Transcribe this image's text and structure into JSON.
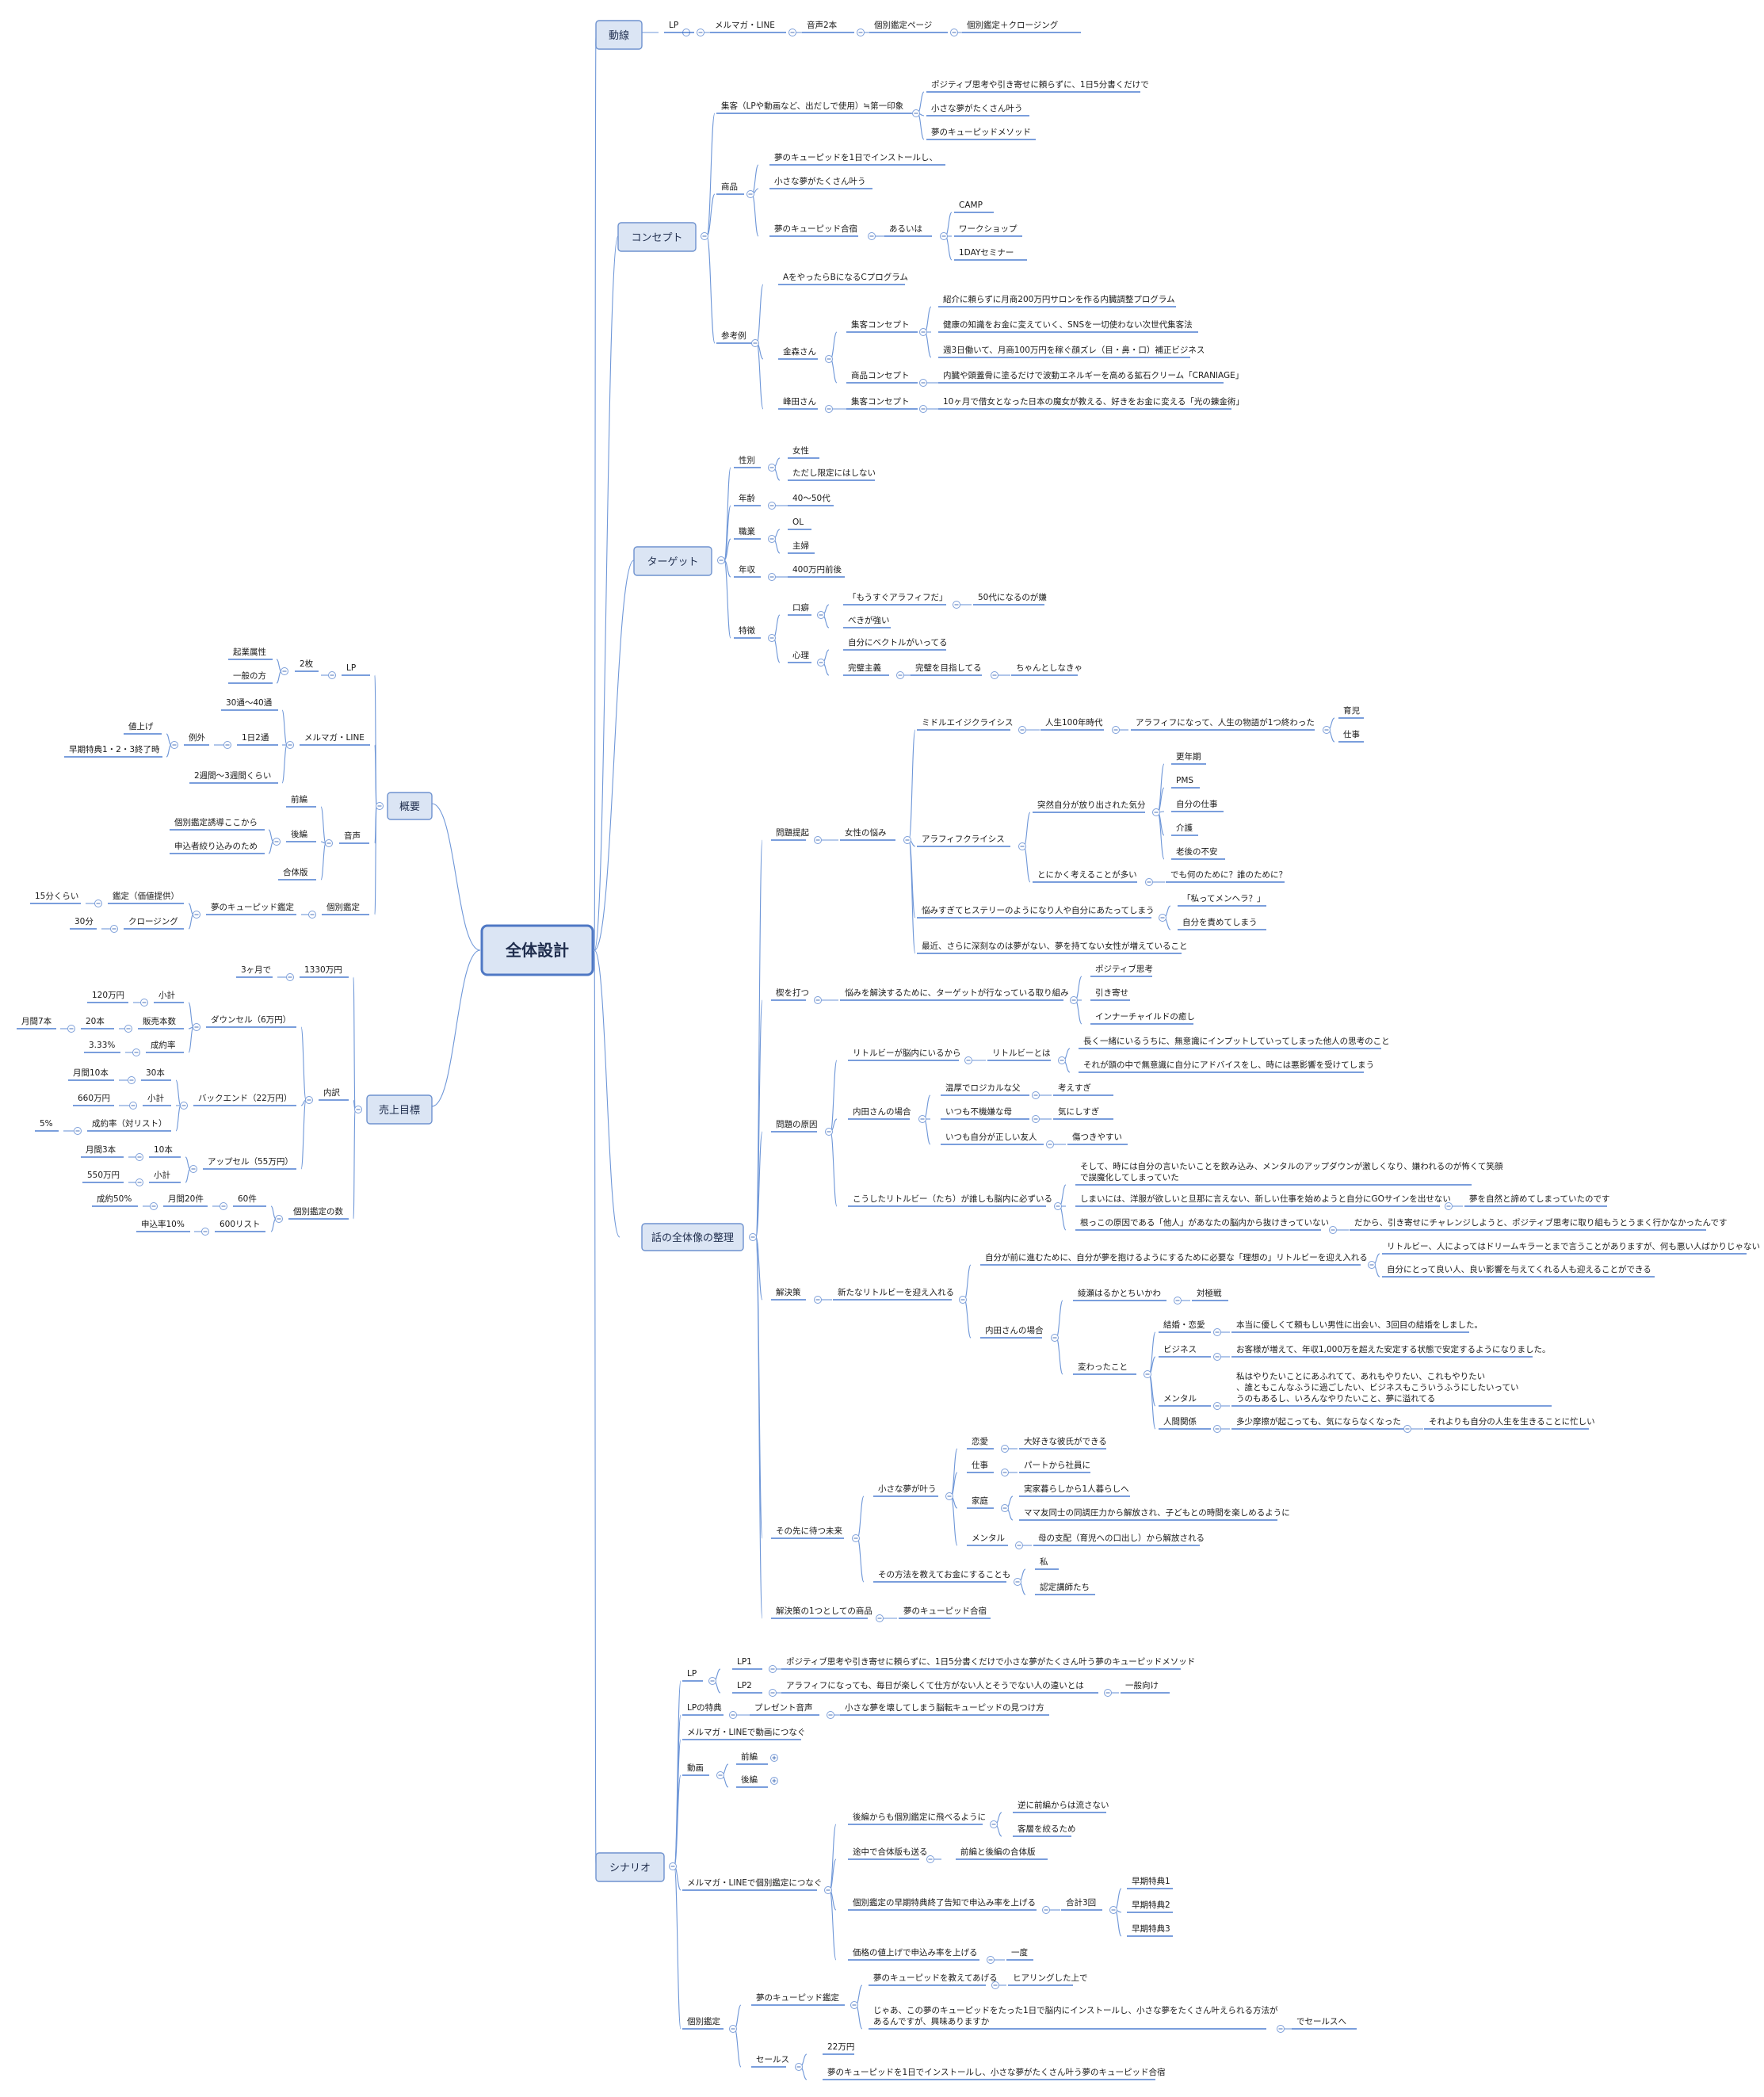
{
  "root": {
    "label": "全体設計"
  },
  "colors": {
    "accent": "#2b63c6",
    "topic_fill": "#dbe5f4",
    "connector": "#6f97d8"
  },
  "topics": {
    "dousen": {
      "label": "動線",
      "items": [
        "LP",
        "メルマガ・LINE",
        "音声2本",
        "個別鑑定ページ",
        "個別鑑定＋クロージング"
      ]
    },
    "concept": {
      "label": "コンセプト",
      "shukyaku": {
        "label": "集客（LPや動画など、出だしで使用）≒第一印象",
        "items": [
          "ポジティブ思考や引き寄せに頼らずに、1日5分書くだけで",
          "小さな夢がたくさん叶う",
          "夢のキューピッドメソッド"
        ]
      },
      "shohin": {
        "label": "商品",
        "items": [
          "夢のキューピッドを1日でインストールし、",
          "小さな夢がたくさん叶う",
          "夢のキューピッド合宿"
        ],
        "aruiha": "あるいは",
        "options": [
          "CAMP",
          "ワークショップ",
          "1DAYセミナー"
        ]
      },
      "sankou": {
        "label": "参考例",
        "formula": "AをやったらBになるCプログラム",
        "kanamori": {
          "label": "金森さん",
          "shukyaku_label": "集客コンセプト",
          "shukyaku": [
            "紹介に頼らずに月商200万円サロンを作る内臓調整プログラム",
            "健康の知識をお金に変えていく、SNSを一切使わない次世代集客法",
            "週3日働いて、月商100万円を稼ぐ顔ズレ（目・鼻・口）補正ビジネス"
          ],
          "shohin_label": "商品コンセプト",
          "shohin": "内臓や頭蓋骨に塗るだけで波動エネルギーを高める鉱石クリーム「CRANIAGE」"
        },
        "mineta": {
          "label": "峰田さん",
          "shukyaku_label": "集客コンセプト",
          "shukyaku": "10ヶ月で借女となった日本の魔女が教える、好きをお金に変える「光の錬金術」"
        }
      }
    },
    "target": {
      "label": "ターゲット",
      "seibetsu": {
        "label": "性別",
        "items": [
          "女性",
          "ただし限定にはしない"
        ]
      },
      "nenrei": {
        "label": "年齢",
        "value": "40〜50代"
      },
      "shokugyo": {
        "label": "職業",
        "items": [
          "OL",
          "主婦"
        ]
      },
      "nenshu": {
        "label": "年収",
        "value": "400万円前後"
      },
      "tokuchou": {
        "label": "特徴",
        "kuchiguse": {
          "label": "口癖",
          "items": [
            "「もうすぐアラフィフだ」",
            "べきが強い"
          ],
          "sub": "50代になるのが嫌"
        },
        "shinri": {
          "label": "心理",
          "items": [
            "自分にベクトルがいってる",
            "完璧主義"
          ],
          "kanpeki": "完璧を目指してる",
          "chanto": "ちゃんとしなきゃ"
        }
      }
    },
    "gaiyou": {
      "label": "概要",
      "lp": {
        "label": "LP",
        "count": "2枚",
        "items": [
          "起業属性",
          "一般の方"
        ]
      },
      "merumaga": {
        "label": "メルマガ・LINE",
        "items": [
          "30通〜40通",
          "2週間〜3週間くらい"
        ],
        "ichinichi": "1日2通",
        "reigai": "例外",
        "reigai_items": [
          "値上げ",
          "早期特典1・2・3終了時"
        ]
      },
      "onsei": {
        "label": "音声",
        "items": [
          "前編",
          "合体版"
        ],
        "kouhen": "後編",
        "kouhen_items": [
          "個別鑑定誘導ここから",
          "申込者絞り込みのため"
        ]
      },
      "kobetsu": {
        "label": "個別鑑定",
        "main": "夢のキューピッド鑑定",
        "kantei": "鑑定（価値提供）",
        "time1": "15分くらい",
        "closing": "クロージング",
        "time2": "30分"
      }
    },
    "uriage": {
      "label": "売上目標",
      "period": "3ヶ月で",
      "total": "1330万円",
      "uchiwake": "内訳",
      "down": {
        "label": "ダウンセル（6万円）",
        "shoukei_label": "小計",
        "shoukei": "120万円",
        "hanbai_label": "販売本数",
        "hanbai": "20本",
        "monthly": "月間7本",
        "seiyaku_label": "成約率",
        "seiyaku": "3.33%"
      },
      "back": {
        "label": "バックエンド（22万円）",
        "count": "30本",
        "monthly": "月間10本",
        "shoukei_label": "小計",
        "shoukei": "660万円",
        "seiyaku_label": "成約率（対リスト）",
        "seiyaku": "5%"
      },
      "up": {
        "label": "アップセル（55万円）",
        "count": "10本",
        "monthly": "月間3本",
        "shoukei_label": "小計",
        "shoukei": "550万円"
      },
      "kobetsu": {
        "label": "個別鑑定の数",
        "count": "60件",
        "monthly": "月間20件",
        "rate": "成約50%",
        "list": "600リスト",
        "apply": "申込率10%"
      }
    },
    "hanashi": {
      "label": "話の全体像の整理",
      "mondai": {
        "label": "問題提起",
        "nayami": "女性の悩み",
        "midlife": {
          "label": "ミドルエイジクライシス",
          "jinsei": "人生100年時代",
          "arafi": "アラフィフになって、人生の物語が1つ終わった",
          "items": [
            "育児",
            "仕事"
          ]
        },
        "arafo": {
          "label": "アラフィフクライシス",
          "totsuzen": "突然自分が放り出された気分",
          "items": [
            "更年期",
            "PMS",
            "自分の仕事",
            "介護",
            "老後の不安"
          ],
          "tonikaku": "とにかく考えることが多い",
          "nannotame": "でも何のために？誰のために？"
        },
        "nayamisugi": {
          "label": "悩みすぎてヒステリーのようになり人や自分にあたってしまう",
          "items": [
            "「私ってメンヘラ？」",
            "自分を責めてしまう"
          ]
        },
        "saikin": "最近、さらに深刻なのは夢がない、夢を持てない女性が増えていること"
      },
      "kusabi": {
        "label": "楔を打つ",
        "text": "悩みを解決するために、ターゲットが行なっている取り組み",
        "items": [
          "ポジティブ思考",
          "引き寄せ",
          "インナーチャイルドの癒し"
        ]
      },
      "gen-in": {
        "label": "問題の原因",
        "lit": {
          "label": "リトルビーが脳内にいるから",
          "toha": "リトルビーとは",
          "items": [
            "長く一緒にいるうちに、無意識にインプットしていってしまった他人の思考のこと",
            "それが頭の中で無意識に自分にアドバイスをし、時には悪影響を受けてしまう"
          ]
        },
        "uchida": {
          "label": "内田さんの場合",
          "rows": [
            [
              "温厚でロジカルな父",
              "考えすぎ"
            ],
            [
              "いつも不機嫌な母",
              "気にしすぎ"
            ],
            [
              "いつも自分が正しい友人",
              "傷つきやすい"
            ]
          ]
        },
        "koushita": {
          "label": "こうしたリトルビー（たち）が誰しも脳内に必ずいる",
          "items": [
            "そして、時には自分の言いたいことを飲み込み、メンタルのアップダウンが激しくなり、嫌われるのが怖くて笑顔で誤魔化してしまっていた",
            "しまいには、洋服が欲しいと旦那に言えない、新しい仕事を始めようと自分にGOサインを出せない",
            "根っこの原因である「他人」があなたの脳内から抜けきっていない"
          ],
          "yume": "夢を自然と諦めてしまっていたのです",
          "dakara": "だから、引き寄せにチャレンジしようと、ポジティブ思考に取り組もうとうまく行かなかったんです"
        }
      },
      "kaiketsu": {
        "label": "解決策",
        "aratana": "新たなリトルビーを迎え入れる",
        "jibun": "自分が前に進むために、自分が夢を抱けるようにするために必要な「理想の」リトルビーを迎え入れる",
        "jibun_items": [
          "リトルビー、人によってはドリームキラーとまで言うことがありますが、何も悪い人ばかりじゃない",
          "自分にとって良い人、良い影響を与えてくれる人も迎えることができる"
        ],
        "uchida": {
          "label": "内田さんの場合",
          "ryoukan": "綾瀬はるかとちいかわ",
          "taikou": "対極戦",
          "kawatta": "変わったこと",
          "rows": [
            [
              "結婚・恋愛",
              "本当に優しくて頼もしい男性に出会い、3回目の結婚をしました。"
            ],
            [
              "ビジネス",
              "お客様が増えて、年収1,000万を超えた安定する状態で安定するようになりました。"
            ],
            [
              "メンタル",
              "私はやりたいことにあふれてて、あれもやりたい、これもやりたい、誰ともこんなふうに過ごしたい、ビジネスもこういうふうにしたいっていうのもあるし、いろんなやりたいこと、夢に溢れてる"
            ],
            [
              "人間関係",
              "多少摩擦が起こっても、気にならなくなった"
            ]
          ],
          "soreyori": "それよりも自分の人生を生きることに忙しい"
        }
      },
      "sonosaki": {
        "label": "その先に待つ未来",
        "chiisana": "小さな夢が叶う",
        "rows": [
          [
            "恋愛",
            "大好きな彼氏ができる"
          ],
          [
            "仕事",
            "パートから社員に"
          ],
          [
            "家庭",
            "実家暮らしから1人暮らしへ"
          ],
          [
            "",
            "ママ友同士の同調圧力から解放され、子どもとの時間を楽しめるように"
          ],
          [
            "メンタル",
            "母の支配（育児への口出し）から解放される"
          ]
        ],
        "oshieru": "その方法を教えてお金にすることも",
        "oshieru_items": [
          "私",
          "認定講師たち"
        ]
      },
      "kaiketsu_shohin": {
        "label": "解決策の1つとしての商品",
        "value": "夢のキューピッド合宿"
      }
    },
    "scenario": {
      "label": "シナリオ",
      "lp": {
        "label": "LP",
        "lp1": "LP1",
        "lp1_text": "ポジティブ思考や引き寄せに頼らずに、1日5分書くだけで小さな夢がたくさん叶う夢のキューピッドメソッド",
        "lp2": "LP2",
        "lp2_text": "アラフィフになっても、毎日が楽しくて仕方がない人とそうでない人の違いとは",
        "lp2_sub": "一般向け"
      },
      "tokuten": {
        "label": "LPの特典",
        "present": "プレゼント音声",
        "text": "小さな夢を壊してしまう脳転キューピッドの見つけ方"
      },
      "douga_tsunagu": "メルマガ・LINEで動画につなぐ",
      "douga": {
        "label": "動画",
        "items": [
          "前編",
          "後編"
        ]
      },
      "kobetsu_tsunagu": {
        "label": "メルマガ・LINEで個別鑑定につなぐ",
        "kouhen": "後編からも個別鑑定に飛べるように",
        "kouhen_items": [
          "逆に前編からは流さない",
          "客層を絞るため"
        ],
        "tochu": "途中で合体版も送る",
        "tochu_sub": "前編と後編の合体版",
        "soukitoku": "個別鑑定の早期特典終了告知で申込み率を上げる",
        "goukei": "合計3回",
        "soukitoku_items": [
          "早期特典1",
          "早期特典2",
          "早期特典3"
        ],
        "kakaku": "価格の値上げで申込み率を上げる",
        "ichido": "一度"
      },
      "kobetsu": {
        "label": "個別鑑定",
        "kantei": "夢のキューピッド鑑定",
        "oshiete": "夢のキューピッドを教えてあげる",
        "hearing": "ヒアリングした上で",
        "jaa": "じゃあ、この夢のキューピッドをたった1日で脳内にインストールし、小さな夢をたくさん叶えられる方法があるんですが、興味ありますか",
        "sales_to": "でセールスへ",
        "sales": "セールス",
        "price": "22万円",
        "sales_text": "夢のキューピッドを1日でインストールし、小さな夢がたくさん叶う夢のキューピッド合宿"
      }
    }
  }
}
